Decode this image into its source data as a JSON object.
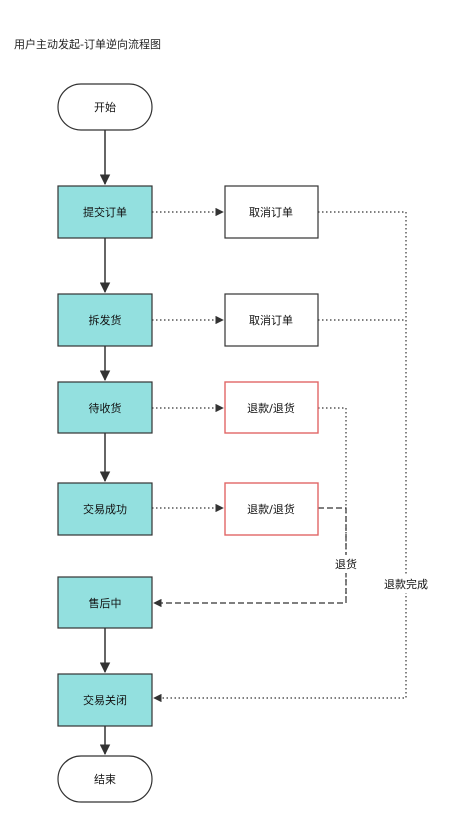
{
  "title": "用户主动发起-订单逆向流程图",
  "nodes": {
    "start": "开始",
    "submit": "提交订单",
    "cancel1": "取消订单",
    "split": "拆发货",
    "cancel2": "取消订单",
    "receive": "待收货",
    "refund1": "退款/退货",
    "success": "交易成功",
    "refund2": "退款/退货",
    "aftersale": "售后中",
    "closed": "交易关闭",
    "end": "结束"
  },
  "labels": {
    "return_goods": "退货",
    "refund_done": "退款完成"
  },
  "colors": {
    "process_fill": "#93e0df",
    "refund_stroke": "#e06666",
    "line": "#333333"
  }
}
